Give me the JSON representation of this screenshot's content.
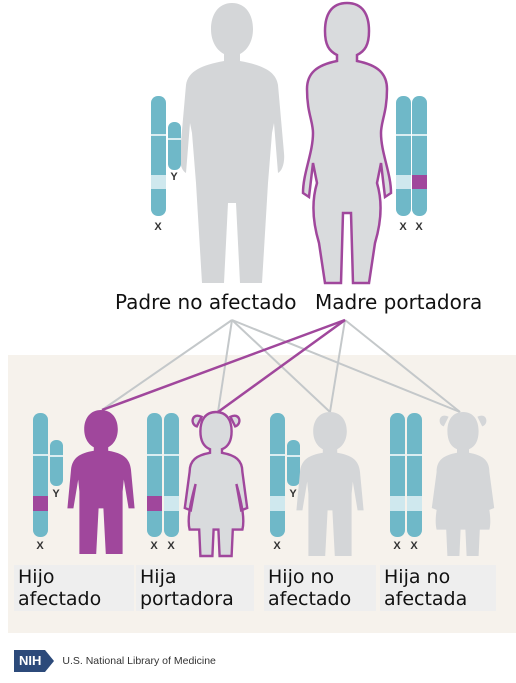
{
  "parents": {
    "father_label": "Padre no afectado",
    "mother_label": "Madre portadora"
  },
  "children": [
    {
      "label_line1": "Hijo",
      "label_line2": "afectado"
    },
    {
      "label_line1": "Hija",
      "label_line2": "portadora"
    },
    {
      "label_line1": "Hijo no",
      "label_line2": "afectado"
    },
    {
      "label_line1": "Hija no",
      "label_line2": "afectada"
    }
  ],
  "chromosome_letters": {
    "x": "X",
    "y": "Y"
  },
  "footer": {
    "logo_text": "NIH",
    "institution": "U.S. National Library of Medicine"
  },
  "colors": {
    "chromosome": "#6fb8c8",
    "chromosome_band": "#cfe8ee",
    "affected": "#a0479c",
    "unaffected_figure": "#d4d6d8",
    "gray_line": "#c4c8ca"
  }
}
